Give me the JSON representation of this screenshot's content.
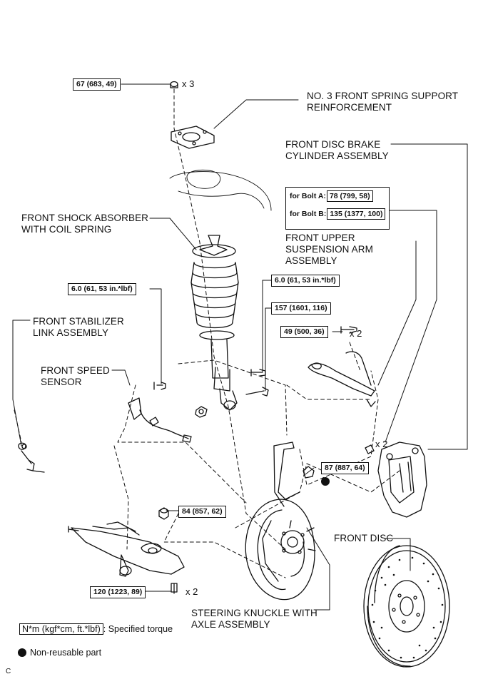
{
  "labels": {
    "spring_support": [
      "NO. 3 FRONT SPRING SUPPORT",
      "REINFORCEMENT"
    ],
    "brake_cylinder": [
      "FRONT DISC BRAKE",
      "CYLINDER ASSEMBLY"
    ],
    "shock_absorber": [
      "FRONT SHOCK ABSORBER",
      "WITH COIL SPRING"
    ],
    "upper_arm": [
      "FRONT UPPER",
      "SUSPENSION ARM",
      "ASSEMBLY"
    ],
    "stabilizer_link": [
      "FRONT STABILIZER",
      "LINK ASSEMBLY"
    ],
    "speed_sensor": [
      "FRONT SPEED",
      "SENSOR"
    ],
    "front_disc": "FRONT DISC",
    "steering_knuckle": [
      "STEERING KNUCKLE WITH",
      "AXLE ASSEMBLY"
    ]
  },
  "torques": {
    "t67": "67 (683, 49)",
    "t60a": "6.0 (61, 53 in.*lbf)",
    "t60b": "6.0 (61, 53 in.*lbf)",
    "t157": "157 (1601, 116)",
    "t49": "49 (500, 36)",
    "t87": "87 (887, 64)",
    "t84": "84 (857, 62)",
    "t120": "120 (1223, 89)"
  },
  "bolts": {
    "a_label": "for Bolt A:",
    "a_value": "78 (799, 58)",
    "b_label": "for Bolt B:",
    "b_value": "135 (1377, 100)"
  },
  "quantities": {
    "q67": "x 3",
    "q49": "x 2",
    "q_caliper": "x 2",
    "q120": "x 2"
  },
  "legend": {
    "torque_box": "N*m (kgf*cm, ft.*lbf)",
    "torque_text": ": Specified torque",
    "nonreusable": "Non-reusable part"
  },
  "code": "C"
}
